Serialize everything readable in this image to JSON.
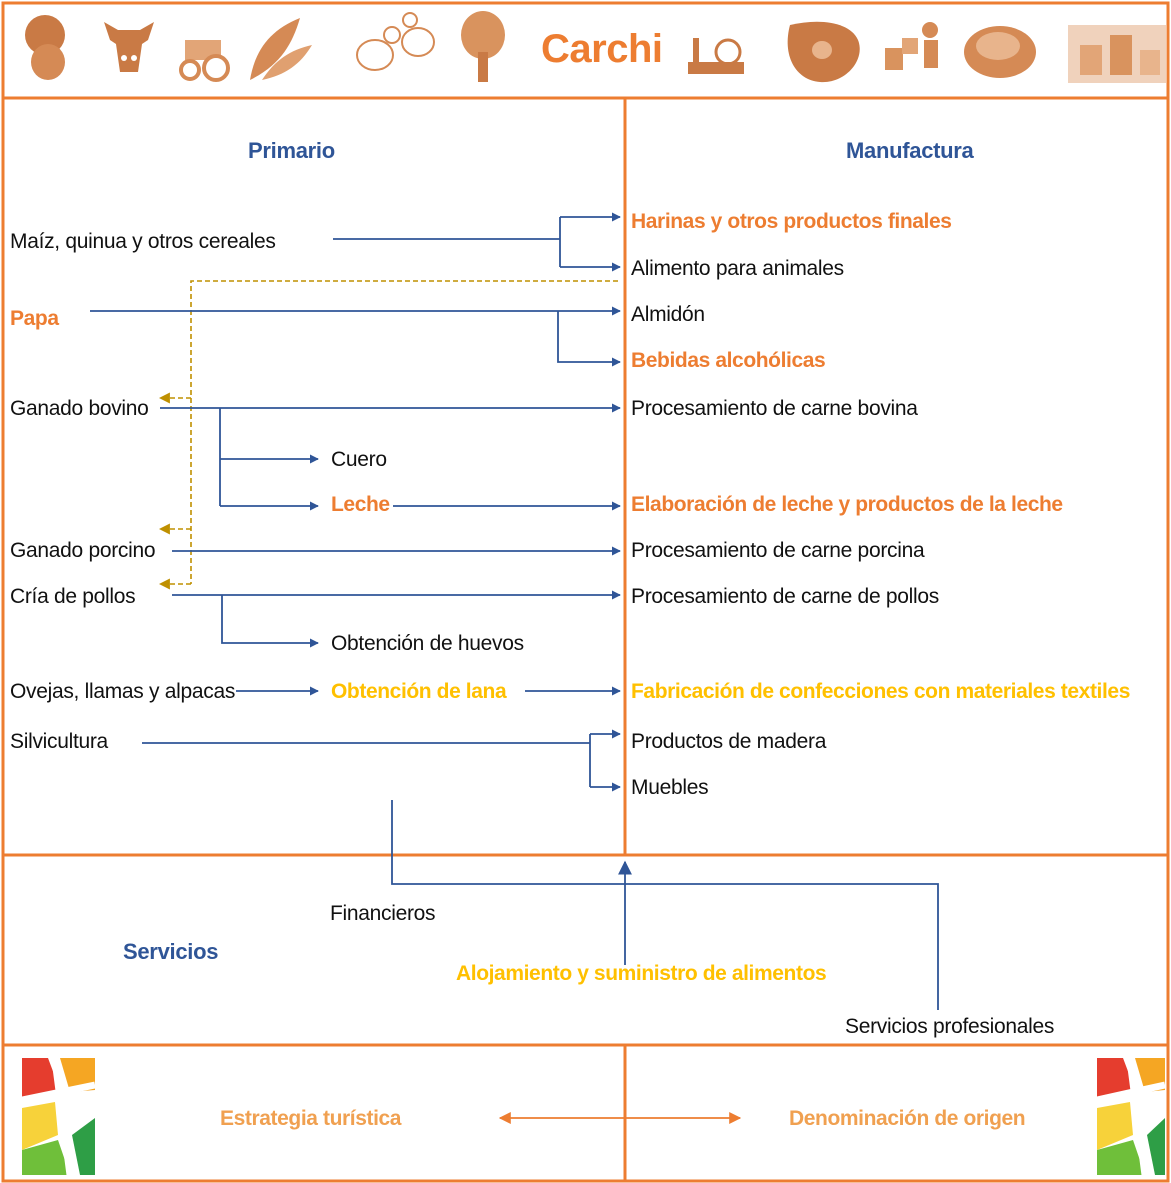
{
  "title": "Carchi",
  "header_icons": [
    "potato-icon",
    "cow-icon",
    "tractor-icon",
    "corn-icon",
    "chicken-icon",
    "tree-icon",
    "factory-icon",
    "meat-icon",
    "porter-icon",
    "roast-chicken-icon",
    "market-icon"
  ],
  "columns": {
    "primary": "Primario",
    "manufacturing": "Manufactura",
    "services": "Servicios"
  },
  "primary_items": {
    "cereals": "Maíz, quinua y otros cereales",
    "potato": "Papa",
    "cattle": "Ganado bovino",
    "pigs": "Ganado porcino",
    "chickens": "Cría de pollos",
    "sheep": "Ovejas, llamas y alpacas",
    "forestry": "Silvicultura"
  },
  "intermediate_items": {
    "leather": "Cuero",
    "milk": "Leche",
    "eggs": "Obtención de huevos",
    "wool": "Obtención de lana"
  },
  "manufacturing_items": {
    "flours": "Harinas y otros productos finales",
    "animal_feed": "Alimento para animales",
    "starch": "Almidón",
    "alcoholic_drinks": "Bebidas alcohólicas",
    "beef_processing": "Procesamiento de carne bovina",
    "dairy": "Elaboración de leche y productos de la leche",
    "pork_processing": "Procesamiento de carne porcina",
    "poultry_processing": "Procesamiento de carne de pollos",
    "textiles": "Fabricación de confecciones con materiales textiles",
    "wood_products": "Productos de madera",
    "furniture": "Muebles"
  },
  "service_items": {
    "financial": "Financieros",
    "hospitality": "Alojamiento y suministro de alimentos",
    "professional": "Servicios profesionales"
  },
  "footer": {
    "tourism": "Estrategia turística",
    "origin": "Denominación de origen"
  },
  "colors": {
    "frame": "#ed7d31",
    "arrow": "#2f5597",
    "feed_arrow": "#bf9000",
    "highlight_orange": "#ed7d31",
    "highlight_gold": "#ffc000",
    "heading": "#2f5597"
  }
}
